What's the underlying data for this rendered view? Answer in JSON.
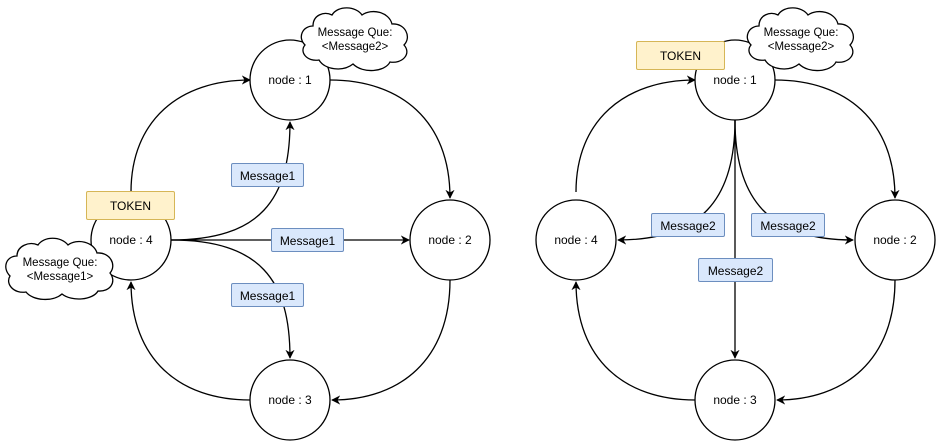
{
  "colors": {
    "message_fill": "#dae8fc",
    "message_border": "#6c8ebf",
    "token_fill": "#fff2cc",
    "token_border": "#d6b656"
  },
  "left": {
    "nodes": {
      "n1": "node : 1",
      "n2": "node : 2",
      "n3": "node : 3",
      "n4": "node : 4"
    },
    "token": "TOKEN",
    "messages": {
      "to_n1": "Message1",
      "to_n2": "Message1",
      "to_n3": "Message1"
    },
    "cloud_n1": {
      "line1": "Message Que:",
      "line2": "<Message2>"
    },
    "cloud_n4": {
      "line1": "Message Que:",
      "line2": "<Message1>"
    }
  },
  "right": {
    "nodes": {
      "n1": "node : 1",
      "n2": "node : 2",
      "n3": "node : 3",
      "n4": "node : 4"
    },
    "token": "TOKEN",
    "messages": {
      "to_n4": "Message2",
      "to_n2": "Message2",
      "to_n3": "Message2"
    },
    "cloud_n1": {
      "line1": "Message Que:",
      "line2": "<Message2>"
    }
  }
}
